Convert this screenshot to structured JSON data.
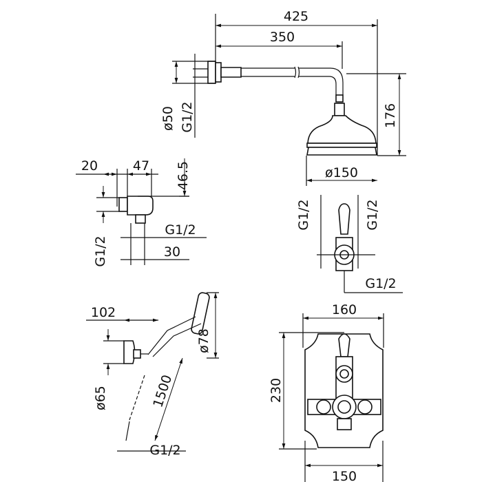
{
  "overhead_shower": {
    "width_total": "425",
    "arm_length": "350",
    "height": "176",
    "wall_flange_diameter": "ø50",
    "inlet_thread": "G1/2",
    "head_diameter": "ø150"
  },
  "wall_outlet": {
    "dim_20": "20",
    "dim_47": "47",
    "dim_46_5": "46.5",
    "outlet_thread": "G1/2",
    "dim_30": "30",
    "inlet_thread": "G1/2"
  },
  "valve_side": {
    "left_thread": "G1/2",
    "right_thread": "G1/2",
    "bottom_thread": "G1/2"
  },
  "hand_shower": {
    "bracket_offset": "102",
    "head_diameter": "ø78",
    "bracket_diameter": "ø65",
    "hose_length": "1500",
    "hose_thread": "G1/2"
  },
  "valve_plate": {
    "top_width": "160",
    "height": "230",
    "bottom_width": "150"
  }
}
